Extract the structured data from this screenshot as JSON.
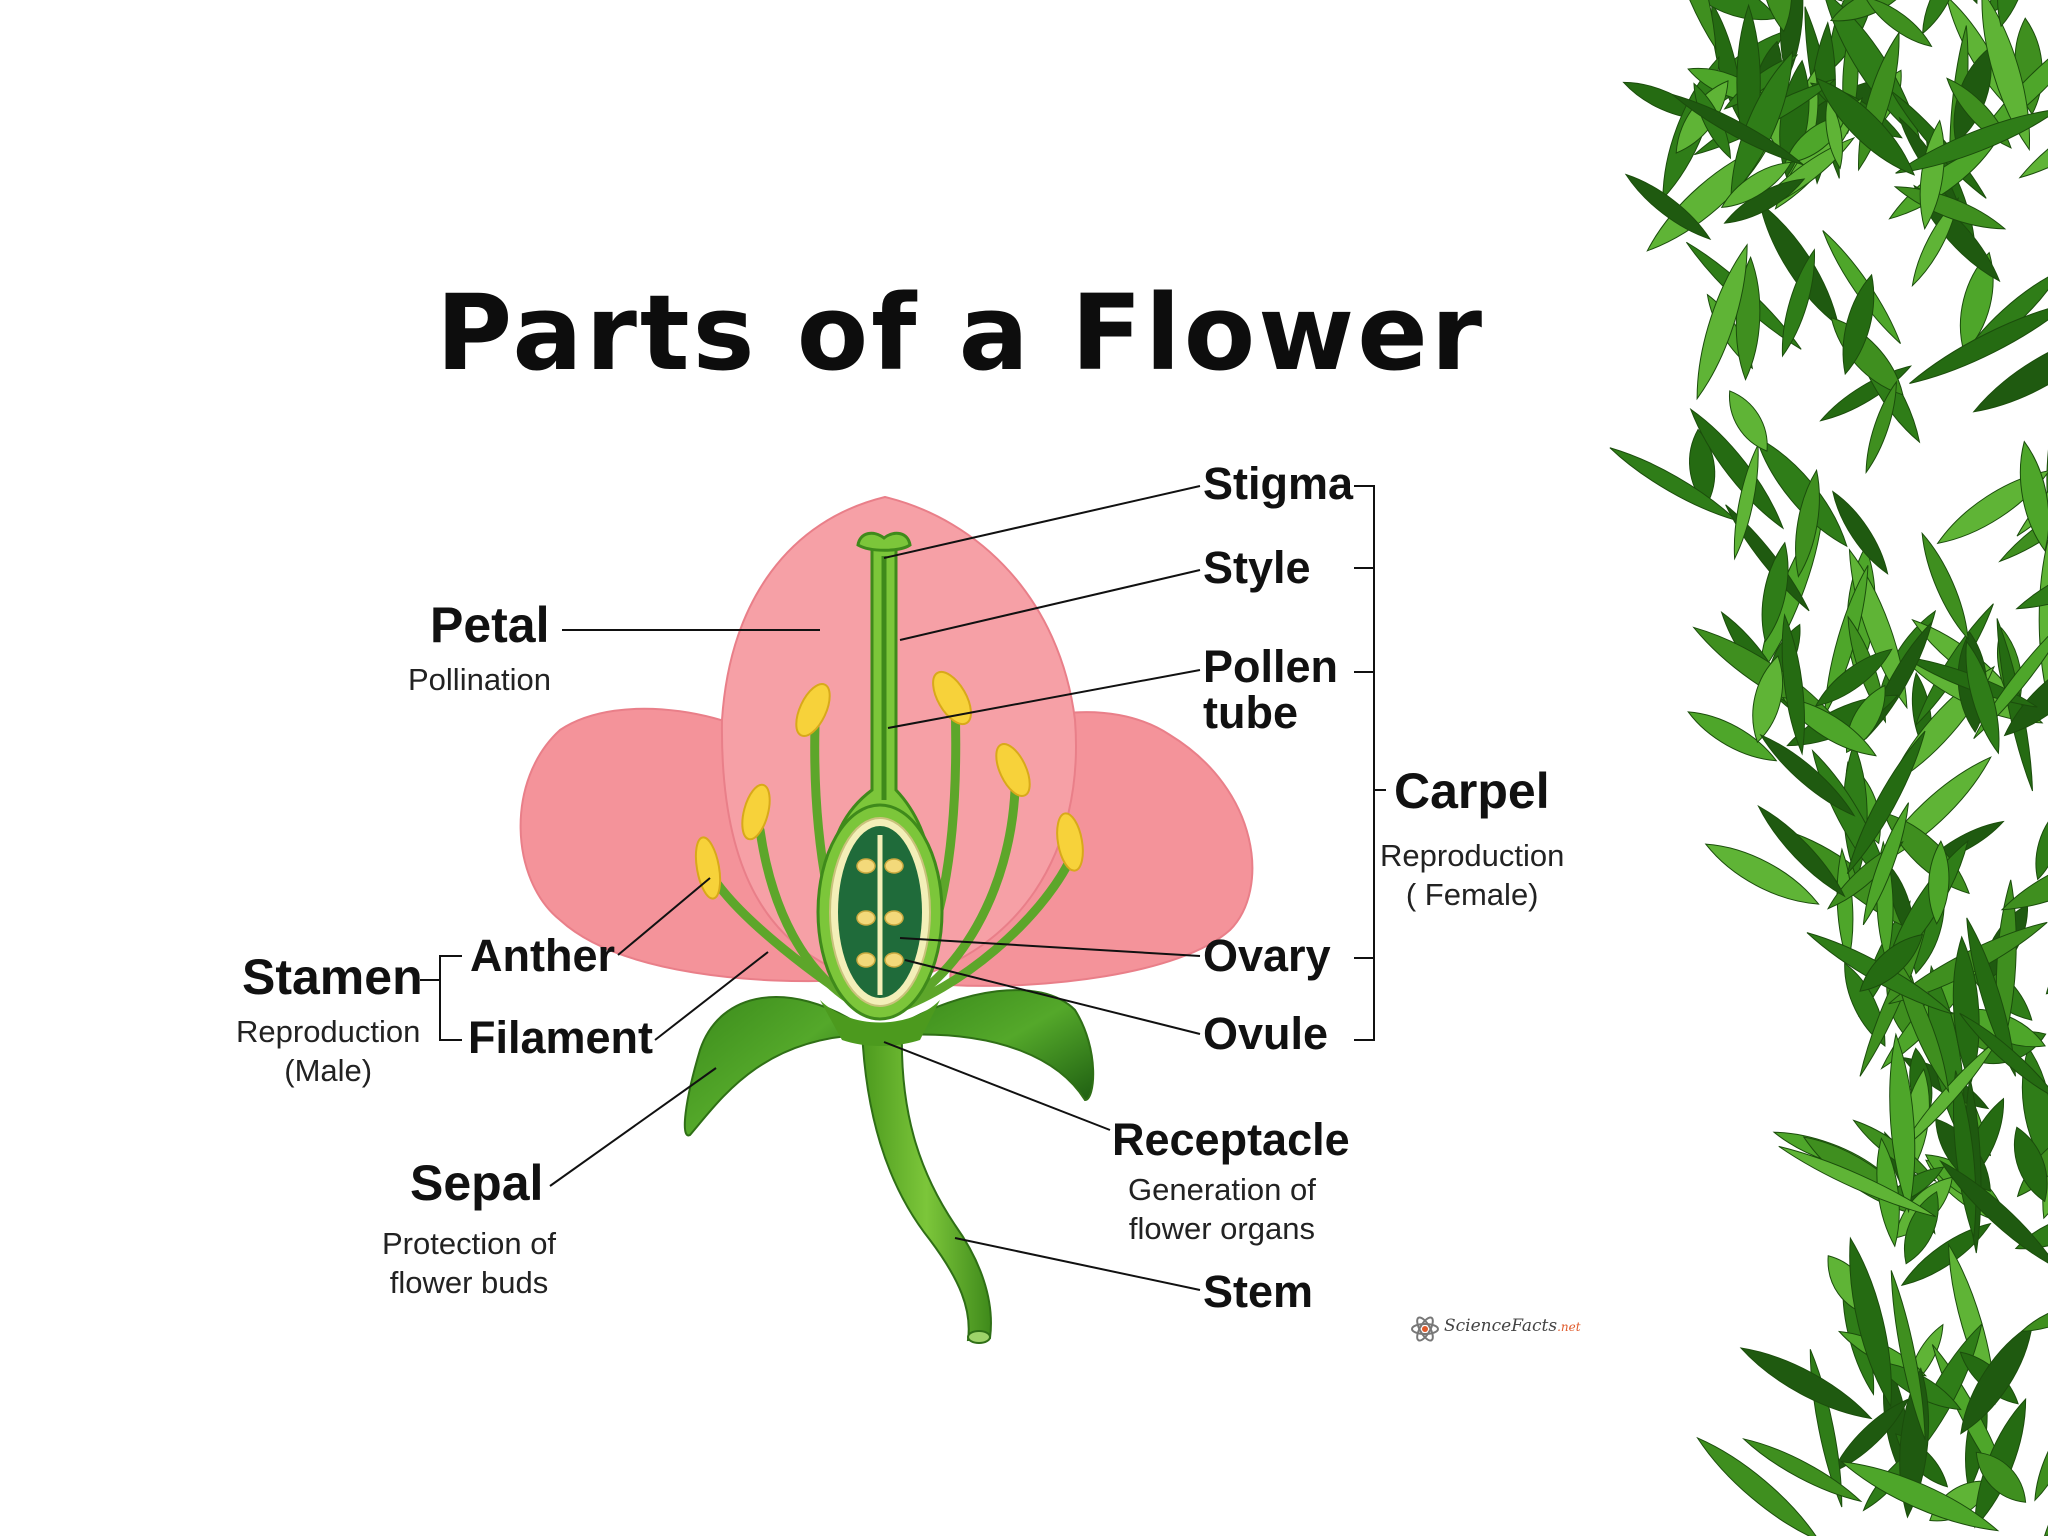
{
  "title": "Parts of a Flower",
  "labels": {
    "stigma": "Stigma",
    "style": "Style",
    "pollen_tube": [
      "Pollen",
      "tube"
    ],
    "carpel": "Carpel",
    "carpel_desc": [
      "Reproduction",
      "( Female)"
    ],
    "ovary": "Ovary",
    "ovule": "Ovule",
    "receptacle": "Receptacle",
    "receptacle_desc": [
      "Generation of",
      "flower organs"
    ],
    "stem": "Stem",
    "petal": "Petal",
    "petal_desc": "Pollination",
    "stamen": "Stamen",
    "stamen_desc": [
      "Reproduction",
      "(Male)"
    ],
    "anther": "Anther",
    "filament": "Filament",
    "sepal": "Sepal",
    "sepal_desc": [
      "Protection of",
      "flower buds"
    ]
  },
  "logo": {
    "text": "ScienceFacts",
    "suffix": ".net"
  },
  "colors": {
    "petal": "#f4939a",
    "petal_edge": "#e77e88",
    "green": "#6cb42c",
    "green_dark": "#3f8a1b",
    "ovary_inner": "#1f6b3a",
    "anther": "#f7d23a",
    "bamboo": "#3f8f1f"
  },
  "icons": [
    "science-facts-logo-icon"
  ]
}
